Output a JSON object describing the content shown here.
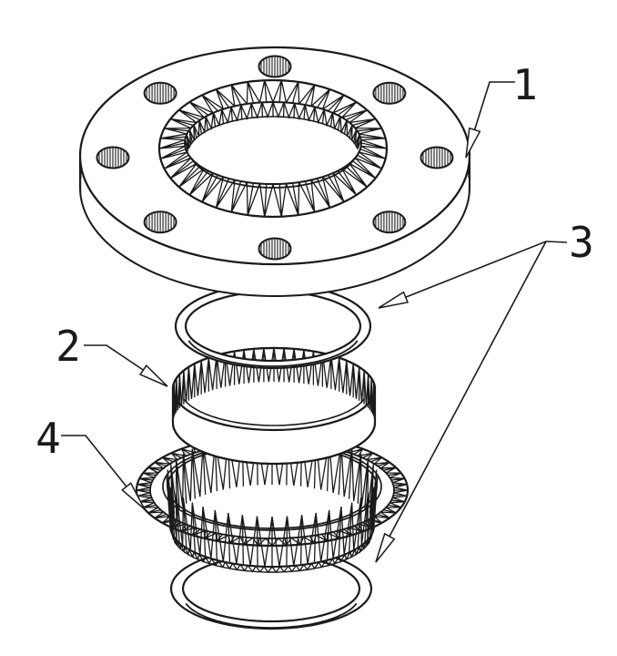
{
  "figure": {
    "background_color": "#ffffff",
    "line_color": "#1a1a1a",
    "part_labels": {
      "flange": "1",
      "sleeve": "2",
      "seal_ring": "3",
      "serrated_ring": "4"
    }
  }
}
